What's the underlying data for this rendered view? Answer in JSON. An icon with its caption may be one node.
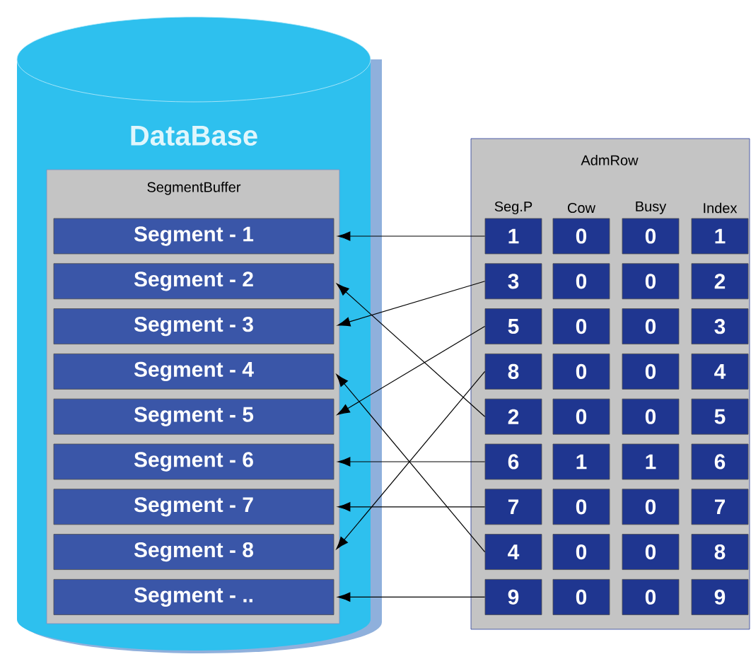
{
  "diagram": {
    "nodes": [
      {
        "text": [
          "DataBase"
        ]
      },
      {
        "text": [
          "SegmentBuffer"
        ],
        "in": 0
      },
      {
        "text": [
          "Segment - 1"
        ],
        "in": 1
      },
      {
        "text": [
          "Segment - 2"
        ],
        "in": 1
      },
      {
        "text": [
          "Segment - 3"
        ],
        "in": 1
      },
      {
        "text": [
          "Segment - 4"
        ],
        "in": 1
      },
      {
        "text": [
          "Segment - 5"
        ],
        "in": 1
      },
      {
        "text": [
          "Segment - 6"
        ],
        "in": 1
      },
      {
        "text": [
          "Segment - 7"
        ],
        "in": 1
      },
      {
        "text": [
          "Segment - 8"
        ],
        "in": 1
      },
      {
        "text": [
          "Segment - .."
        ],
        "in": 1
      },
      {
        "text": [
          "AdmRow"
        ]
      },
      {
        "text": [
          "1"
        ],
        "in": 11
      },
      {
        "text": [
          "0"
        ],
        "in": 11
      },
      {
        "text": [
          "0"
        ],
        "in": 11
      },
      {
        "text": [
          "1"
        ],
        "in": 11
      },
      {
        "text": [
          "3"
        ],
        "in": 11
      },
      {
        "text": [
          "0"
        ],
        "in": 11
      },
      {
        "text": [
          "0"
        ],
        "in": 11
      },
      {
        "text": [
          "2"
        ],
        "in": 11
      },
      {
        "text": [
          "5"
        ],
        "in": 11
      },
      {
        "text": [
          "0"
        ],
        "in": 11
      },
      {
        "text": [
          "0"
        ],
        "in": 11
      },
      {
        "text": [
          "3"
        ],
        "in": 11
      },
      {
        "text": [
          "8"
        ],
        "in": 11
      },
      {
        "text": [
          "0"
        ],
        "in": 11
      },
      {
        "text": [
          "0"
        ],
        "in": 11
      },
      {
        "text": [
          "4"
        ],
        "in": 11
      },
      {
        "text": [
          "2"
        ],
        "in": 11
      },
      {
        "text": [
          "0"
        ],
        "in": 11
      },
      {
        "text": [
          "0"
        ],
        "in": 11
      },
      {
        "text": [
          "5"
        ],
        "in": 11
      },
      {
        "text": [
          "6"
        ],
        "in": 11
      },
      {
        "text": [
          "1"
        ],
        "in": 11
      },
      {
        "text": [
          "1"
        ],
        "in": 11
      },
      {
        "text": [
          "6"
        ],
        "in": 11
      },
      {
        "text": [
          "7"
        ],
        "in": 11
      },
      {
        "text": [
          "0"
        ],
        "in": 11
      },
      {
        "text": [
          "0"
        ],
        "in": 11
      },
      {
        "text": [
          "7"
        ],
        "in": 11
      },
      {
        "text": [
          "4"
        ],
        "in": 11
      },
      {
        "text": [
          "0"
        ],
        "in": 11
      },
      {
        "text": [
          "0"
        ],
        "in": 11
      },
      {
        "text": [
          "8"
        ],
        "in": 11
      },
      {
        "text": [
          "9"
        ],
        "in": 11
      },
      {
        "text": [
          "0"
        ],
        "in": 11
      },
      {
        "text": [
          "0"
        ],
        "in": 11
      },
      {
        "text": [
          "9"
        ],
        "in": 11
      }
    ],
    "edges": [
      {
        "from": 12,
        "to": 2,
        "arrow": "to"
      },
      {
        "from": 16,
        "to": 4,
        "arrow": "to"
      },
      {
        "from": 20,
        "to": 6,
        "arrow": "to"
      },
      {
        "from": 24,
        "to": 9,
        "arrow": "to"
      },
      {
        "from": 28,
        "to": 3,
        "arrow": "to"
      },
      {
        "from": 32,
        "to": 7,
        "arrow": "to"
      },
      {
        "from": 36,
        "to": 8,
        "arrow": "to"
      },
      {
        "from": 40,
        "to": 5,
        "arrow": "to"
      },
      {
        "from": 44,
        "to": 10,
        "arrow": "to"
      }
    ],
    "labels": [
      "Seg.P",
      "Cow",
      "Busy",
      "Index"
    ]
  }
}
